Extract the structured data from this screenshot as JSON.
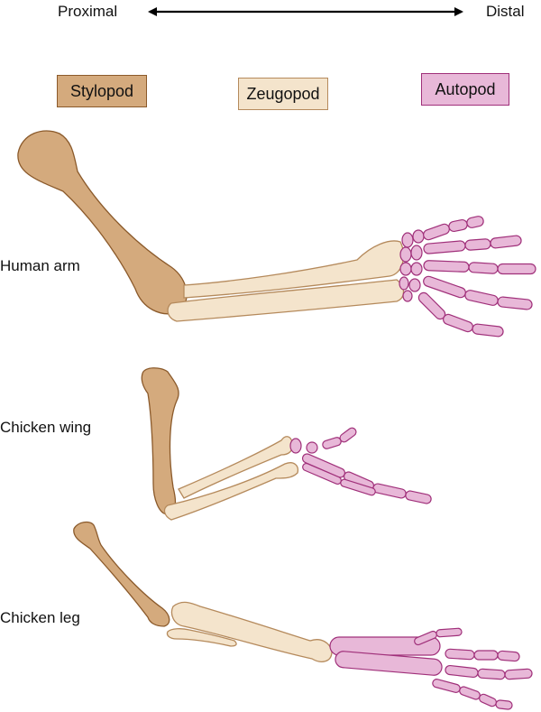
{
  "axis": {
    "left_label": "Proximal",
    "right_label": "Distal"
  },
  "legend": [
    {
      "key": "stylopod",
      "label": "Stylopod",
      "fill": "#d4aa7d",
      "stroke": "#8b5a2b"
    },
    {
      "key": "zeugopod",
      "label": "Zeugopod",
      "fill": "#f4e4cc",
      "stroke": "#b58a5c"
    },
    {
      "key": "autopod",
      "label": "Autopod",
      "fill": "#e8b8d8",
      "stroke": "#a0307a"
    }
  ],
  "limbs": [
    {
      "label": "Human arm"
    },
    {
      "label": "Chicken wing"
    },
    {
      "label": "Chicken leg"
    }
  ]
}
